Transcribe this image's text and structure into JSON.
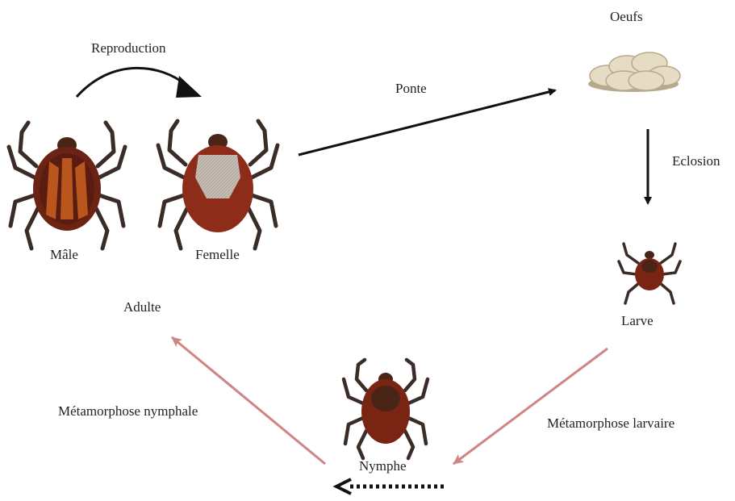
{
  "labels": {
    "reproduction": "Reproduction",
    "ponte": "Ponte",
    "oeufs": "Oeufs",
    "eclosion": "Eclosion",
    "male": "Mâle",
    "femelle": "Femelle",
    "adulte": "Adulte",
    "larve": "Larve",
    "metamorphose_larvaire": "Métamorphose larvaire",
    "nymphe": "Nymphe",
    "metamorphose_nymphale": "Métamorphose nymphale"
  },
  "colors": {
    "black_arrow": "#111111",
    "red_arrow": "#cf8585",
    "tick_leg": "#3a2c27",
    "tick_body": "#8e2c1a",
    "tick_body_dark": "#5a1b10",
    "tick_scutum": "#4a2416",
    "male_pattern": "#b8561e",
    "female_scutum": "#c7bfb6",
    "egg": "#e6dcc4",
    "egg_shadow": "#b6a98c"
  },
  "icons": [
    "male-tick-icon",
    "female-tick-icon",
    "eggs-icon",
    "larva-tick-icon",
    "nymph-tick-icon"
  ]
}
